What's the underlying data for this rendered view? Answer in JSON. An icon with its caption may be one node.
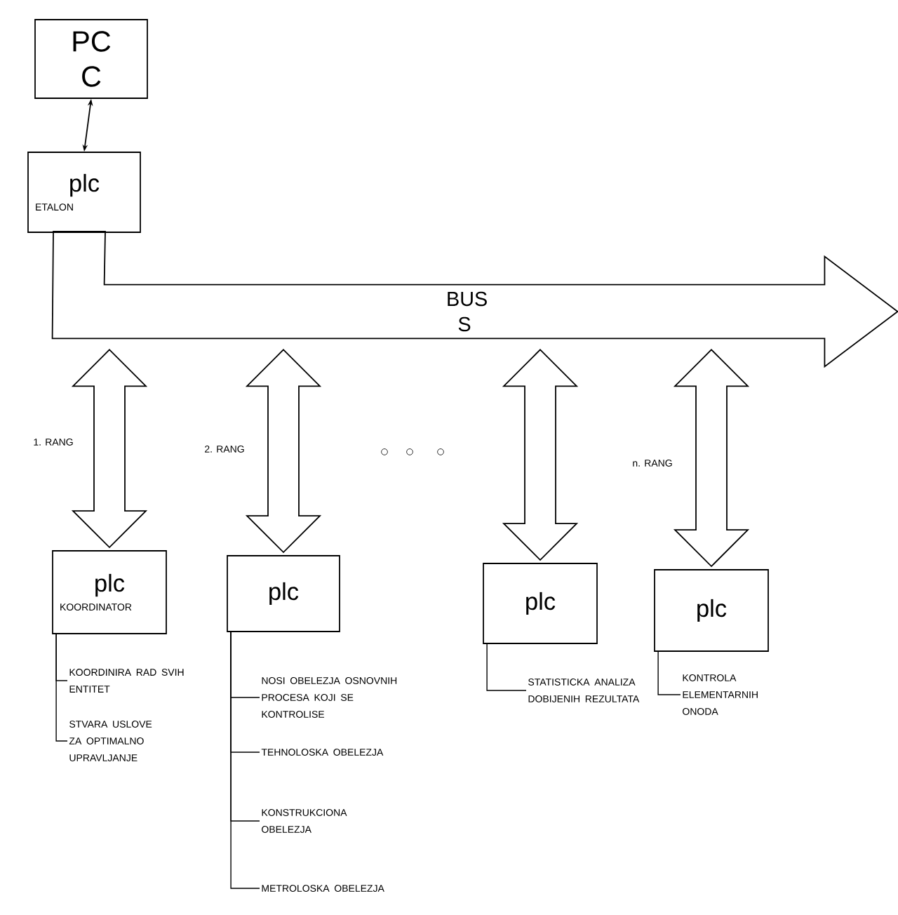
{
  "diagram": {
    "nodes": [
      {
        "text": [
          "PC C"
        ]
      },
      {
        "text": [
          "plc",
          "ETALON"
        ]
      },
      {
        "text": [
          "BUS S"
        ]
      },
      {
        "text": [
          "plc",
          "KOORDINATOR"
        ]
      },
      {
        "text": [
          "plc"
        ]
      },
      {
        "text": [
          "plc"
        ]
      },
      {
        "text": [
          "plc"
        ]
      },
      {
        "text": [
          "KOORDINIRA RAD SVIH ENTITET"
        ]
      },
      {
        "text": [
          "STVARA USLOVE ZA OPTIMALNO UPRAVLJANJE"
        ]
      },
      {
        "text": [
          "NOSI OBELEZJA OSNOVNIH PROCESA KOJI SE KONTROLISE"
        ]
      },
      {
        "text": [
          "TEHNOLOSKA OBELEZJA"
        ]
      },
      {
        "text": [
          "KONSTRUKCIONA OBELEZJA"
        ]
      },
      {
        "text": [
          "METROLOSKA OBELEZJA"
        ]
      },
      {
        "text": [
          "STATISTICKA ANALIZA DOBIJENIH REZULTATA"
        ]
      },
      {
        "text": [
          "KONTROLA ELEMENTARNIH ONODA"
        ]
      }
    ],
    "edges": [
      {
        "from": 0,
        "to": 1,
        "arrow": "both"
      },
      {
        "from": 2,
        "to": 3,
        "arrow": "both",
        "label": "1. RANG",
        "style": "thick"
      },
      {
        "from": 2,
        "to": 4,
        "arrow": "both",
        "label": "2. RANG",
        "style": "thick"
      },
      {
        "from": 2,
        "to": 5,
        "arrow": "both",
        "style": "thick"
      },
      {
        "from": 2,
        "to": 6,
        "arrow": "both",
        "label": "n. RANG",
        "style": "thick"
      },
      {
        "from": 3,
        "to": 7,
        "arrow": "none"
      },
      {
        "from": 3,
        "to": 8,
        "arrow": "none"
      },
      {
        "from": 4,
        "to": 9,
        "arrow": "none"
      },
      {
        "from": 4,
        "to": 10,
        "arrow": "none"
      },
      {
        "from": 4,
        "to": 11,
        "arrow": "none"
      },
      {
        "from": 4,
        "to": 12,
        "arrow": "none"
      },
      {
        "from": 5,
        "to": 13,
        "arrow": "none"
      },
      {
        "from": 6,
        "to": 14,
        "arrow": "none"
      }
    ]
  }
}
